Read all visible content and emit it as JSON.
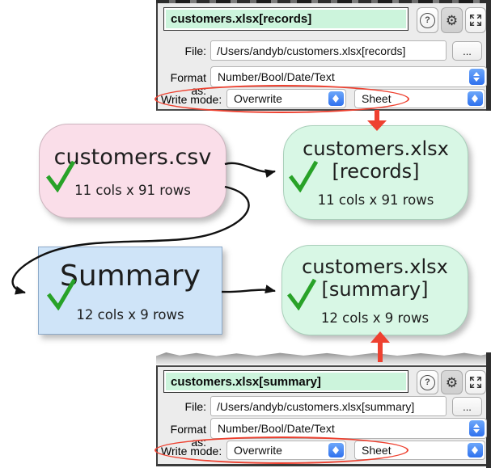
{
  "panels": {
    "top": {
      "title": "customers.xlsx[records]",
      "help_glyph": "?",
      "gear_glyph": "⚙",
      "file_label": "File:",
      "file_value": "/Users/andyb/customers.xlsx[records]",
      "browse_label": "...",
      "format_label": "Format as:",
      "format_value": "Number/Bool/Date/Text",
      "write_mode_label": "Write mode:",
      "write_mode_value": "Overwrite",
      "sheet_mode_value": "Sheet"
    },
    "bottom": {
      "title": "customers.xlsx[summary]",
      "help_glyph": "?",
      "gear_glyph": "⚙",
      "file_label": "File:",
      "file_value": "/Users/andyb/customers.xlsx[summary]",
      "browse_label": "...",
      "format_label": "Format as:",
      "format_value": "Number/Bool/Date/Text",
      "write_mode_label": "Write mode:",
      "write_mode_value": "Overwrite",
      "sheet_mode_value": "Sheet"
    }
  },
  "nodes": {
    "csv": {
      "title": "customers.csv",
      "subtitle": "11 cols x 91 rows",
      "status": "success"
    },
    "records": {
      "title_line1": "customers.xlsx",
      "title_line2": "[records]",
      "subtitle": "11 cols x 91 rows",
      "status": "success"
    },
    "summary": {
      "title": "Summary",
      "subtitle": "12 cols x 9 rows",
      "status": "success"
    },
    "summary_output": {
      "title_line1": "customers.xlsx",
      "title_line2": "[summary]",
      "subtitle": "12 cols x 9 rows",
      "status": "success"
    }
  },
  "colors": {
    "node_pink": "#fadee9",
    "node_green": "#d8f7e5",
    "node_blue": "#cfe4f8",
    "title_mint": "#ccf4dc",
    "panel_bg": "#ececec",
    "check_green": "#28a228",
    "spinner_blue": "#3f86f7",
    "annotation_red": "#ee4130",
    "connector_black": "#111111"
  }
}
